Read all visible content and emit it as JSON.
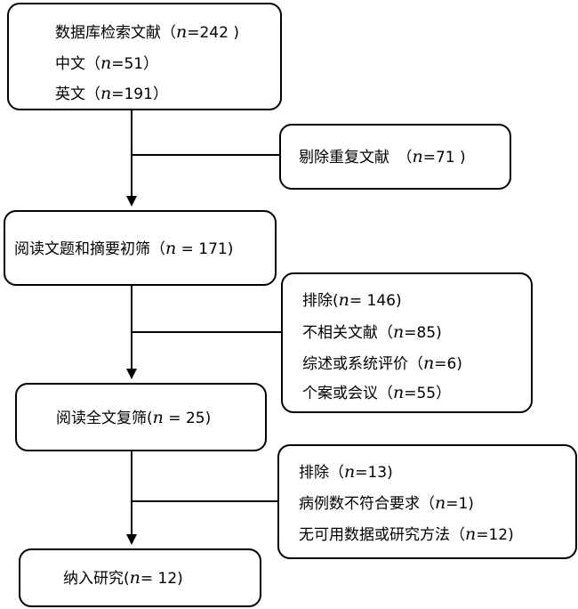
{
  "boxes": {
    "search": {
      "lines": [
        {
          "pre": "数据库检索文献（",
          "n": "n",
          "post": "=242 )"
        },
        {
          "pre": "中文（",
          "n": "n",
          "post": "=51）"
        },
        {
          "pre": "英文（",
          "n": "n",
          "post": "=191）"
        }
      ]
    },
    "duplicates": {
      "lines": [
        {
          "pre": "剔除重复文献　（",
          "n": "n",
          "post": "=71 )"
        }
      ]
    },
    "screen_title": {
      "lines": [
        {
          "pre": "阅读文题和摘要初筛（",
          "n": "n",
          "post": " = 171)"
        }
      ]
    },
    "exclude1": {
      "lines": [
        {
          "pre": "排除(",
          "n": "n",
          "post": "= 146)"
        },
        {
          "pre": "不相关文献（",
          "n": "n",
          "post": "=85)"
        },
        {
          "pre": "综述或系统评价（",
          "n": "n",
          "post": "=6)"
        },
        {
          "pre": "个案或会议（",
          "n": "n",
          "post": "=55）"
        }
      ]
    },
    "fulltext": {
      "lines": [
        {
          "pre": "阅读全文复筛(",
          "n": "n",
          "post": " = 25)"
        }
      ]
    },
    "exclude2": {
      "lines": [
        {
          "pre": "排除（",
          "n": "n",
          "post": "=13)"
        },
        {
          "pre": "病例数不符合要求（",
          "n": "n",
          "post": "=1)"
        },
        {
          "pre": "无可用数据或研究方法（",
          "n": "n",
          "post": "=12)"
        }
      ]
    },
    "included": {
      "lines": [
        {
          "pre": "纳入研究(",
          "n": "n",
          "post": "= 12)"
        }
      ]
    }
  }
}
